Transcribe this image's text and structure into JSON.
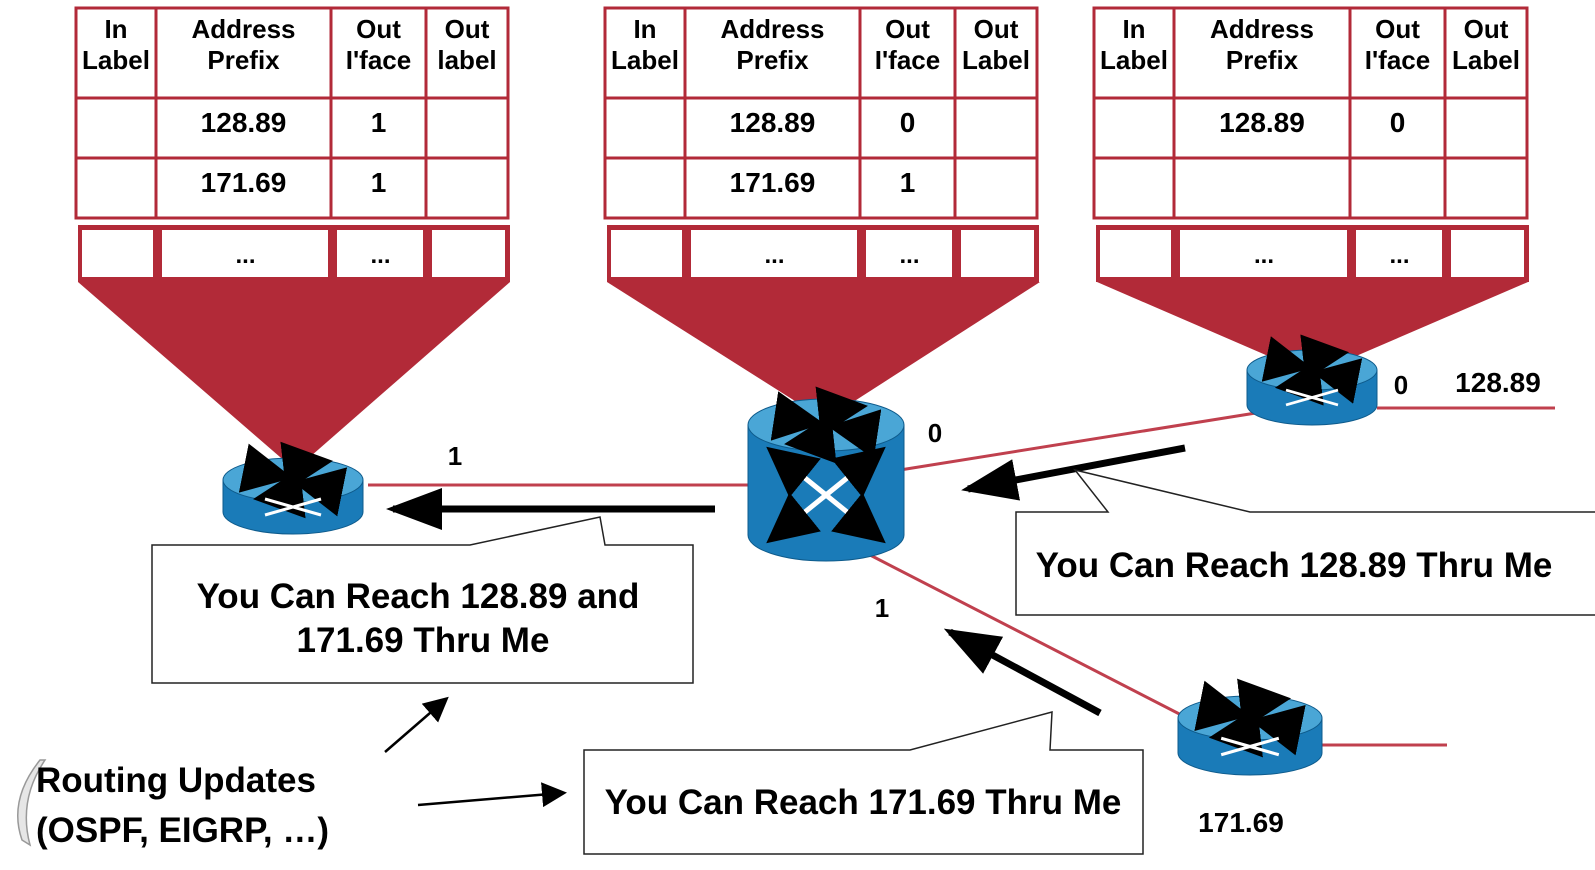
{
  "colors": {
    "table_border": "#b22a38",
    "funnel": "#b22a38",
    "link_line": "#c0404e",
    "router_top": "#4aa6d6",
    "router_body": "#1a7bb8",
    "arrow": "#000000"
  },
  "tables": [
    {
      "headers": [
        "In\nLabel",
        "Address\nPrefix",
        "Out\nI'face",
        "Out\nlabel"
      ],
      "rows": [
        [
          "",
          "128.89",
          "1",
          ""
        ],
        [
          "",
          "171.69",
          "1",
          ""
        ]
      ],
      "ellipsis_row": [
        "",
        "...",
        "...",
        ""
      ]
    },
    {
      "headers": [
        "In\nLabel",
        "Address\nPrefix",
        "Out\nI'face",
        "Out\nLabel"
      ],
      "rows": [
        [
          "",
          "128.89",
          "0",
          ""
        ],
        [
          "",
          "171.69",
          "1",
          ""
        ]
      ],
      "ellipsis_row": [
        "",
        "...",
        "...",
        ""
      ]
    },
    {
      "headers": [
        "In\nLabel",
        "Address\nPrefix",
        "Out\nI'face",
        "Out\nLabel"
      ],
      "rows": [
        [
          "",
          "128.89",
          "0",
          ""
        ],
        [
          "",
          "",
          "",
          ""
        ]
      ],
      "ellipsis_row": [
        "",
        "...",
        "...",
        ""
      ]
    }
  ],
  "interface_labels": {
    "left_link_iface": "1",
    "center_top_iface": "0",
    "center_bottom_iface": "1",
    "right_iface": "0"
  },
  "network_labels": {
    "right_network": "128.89",
    "bottom_network": "171.69"
  },
  "callouts": {
    "left_line1": "You Can Reach 128.89 and",
    "left_line2": "171.69 Thru Me",
    "right": "You Can Reach 128.89 Thru Me",
    "bottom": "You Can Reach 171.69 Thru Me"
  },
  "legend": {
    "line1": "Routing Updates",
    "line2": "(OSPF, EIGRP, …)"
  }
}
